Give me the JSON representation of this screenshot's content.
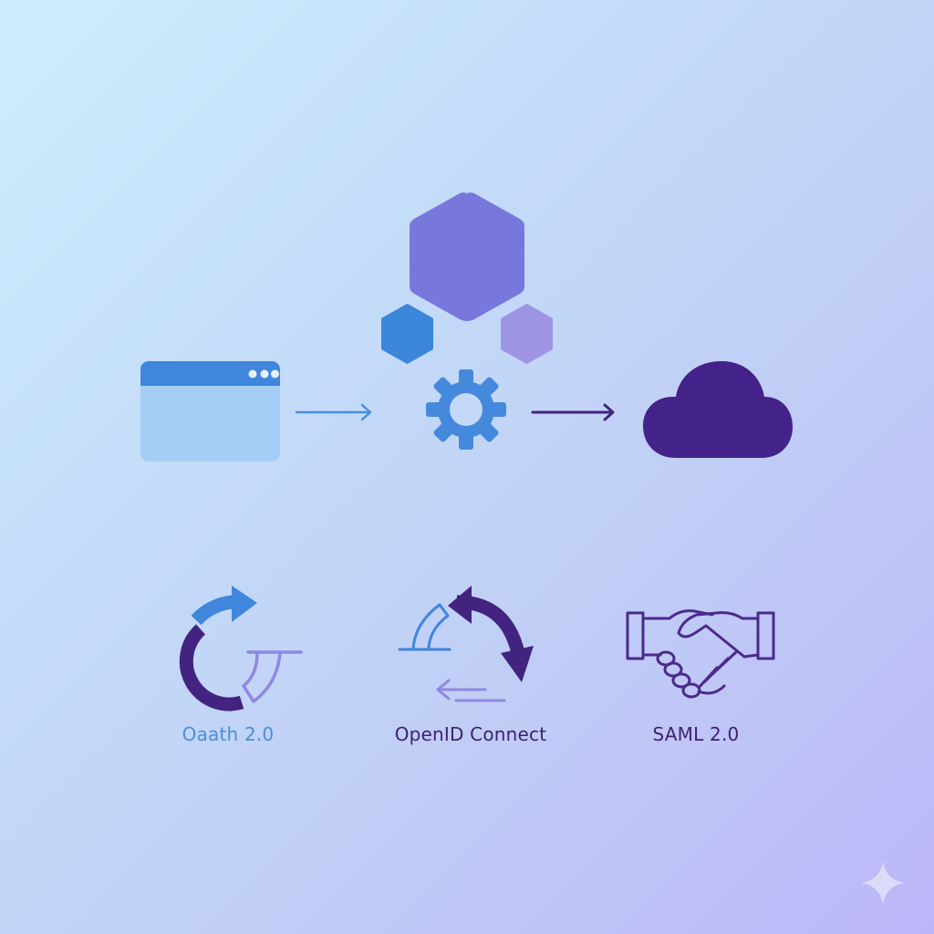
{
  "colors": {
    "browser_header": "#3f86dc",
    "browser_body": "#a6cdf5",
    "arrow_blue": "#4a8fdc",
    "arrow_purple": "#42237f",
    "hex_large": "#7777dc",
    "hex_small_left": "#3c87d9",
    "hex_small_right": "#9e95e2",
    "gear": "#4589dc",
    "cloud": "#43228a",
    "oauth_label": "#4a8fd6",
    "oidc_label": "#3c2270",
    "saml_label": "#3c2270",
    "sparkle": "#dcdcfa"
  },
  "flow": {
    "source": {
      "name": "Browser window",
      "icon": "browser-window-icon"
    },
    "broker": {
      "name": "Identity cluster",
      "icons": [
        "hexagon-large",
        "hexagon-small-left",
        "hexagon-small-right",
        "gear-icon"
      ]
    },
    "target": {
      "name": "Cloud",
      "icon": "cloud-icon"
    }
  },
  "protocols": [
    {
      "label": "Oaath 2.0",
      "icon": "oauth-cycle-icon"
    },
    {
      "label": "OpenID Connect",
      "icon": "openid-exchange-icon"
    },
    {
      "label": "SAML 2.0",
      "icon": "handshake-icon"
    }
  ],
  "watermark": {
    "icon": "sparkle-icon"
  }
}
